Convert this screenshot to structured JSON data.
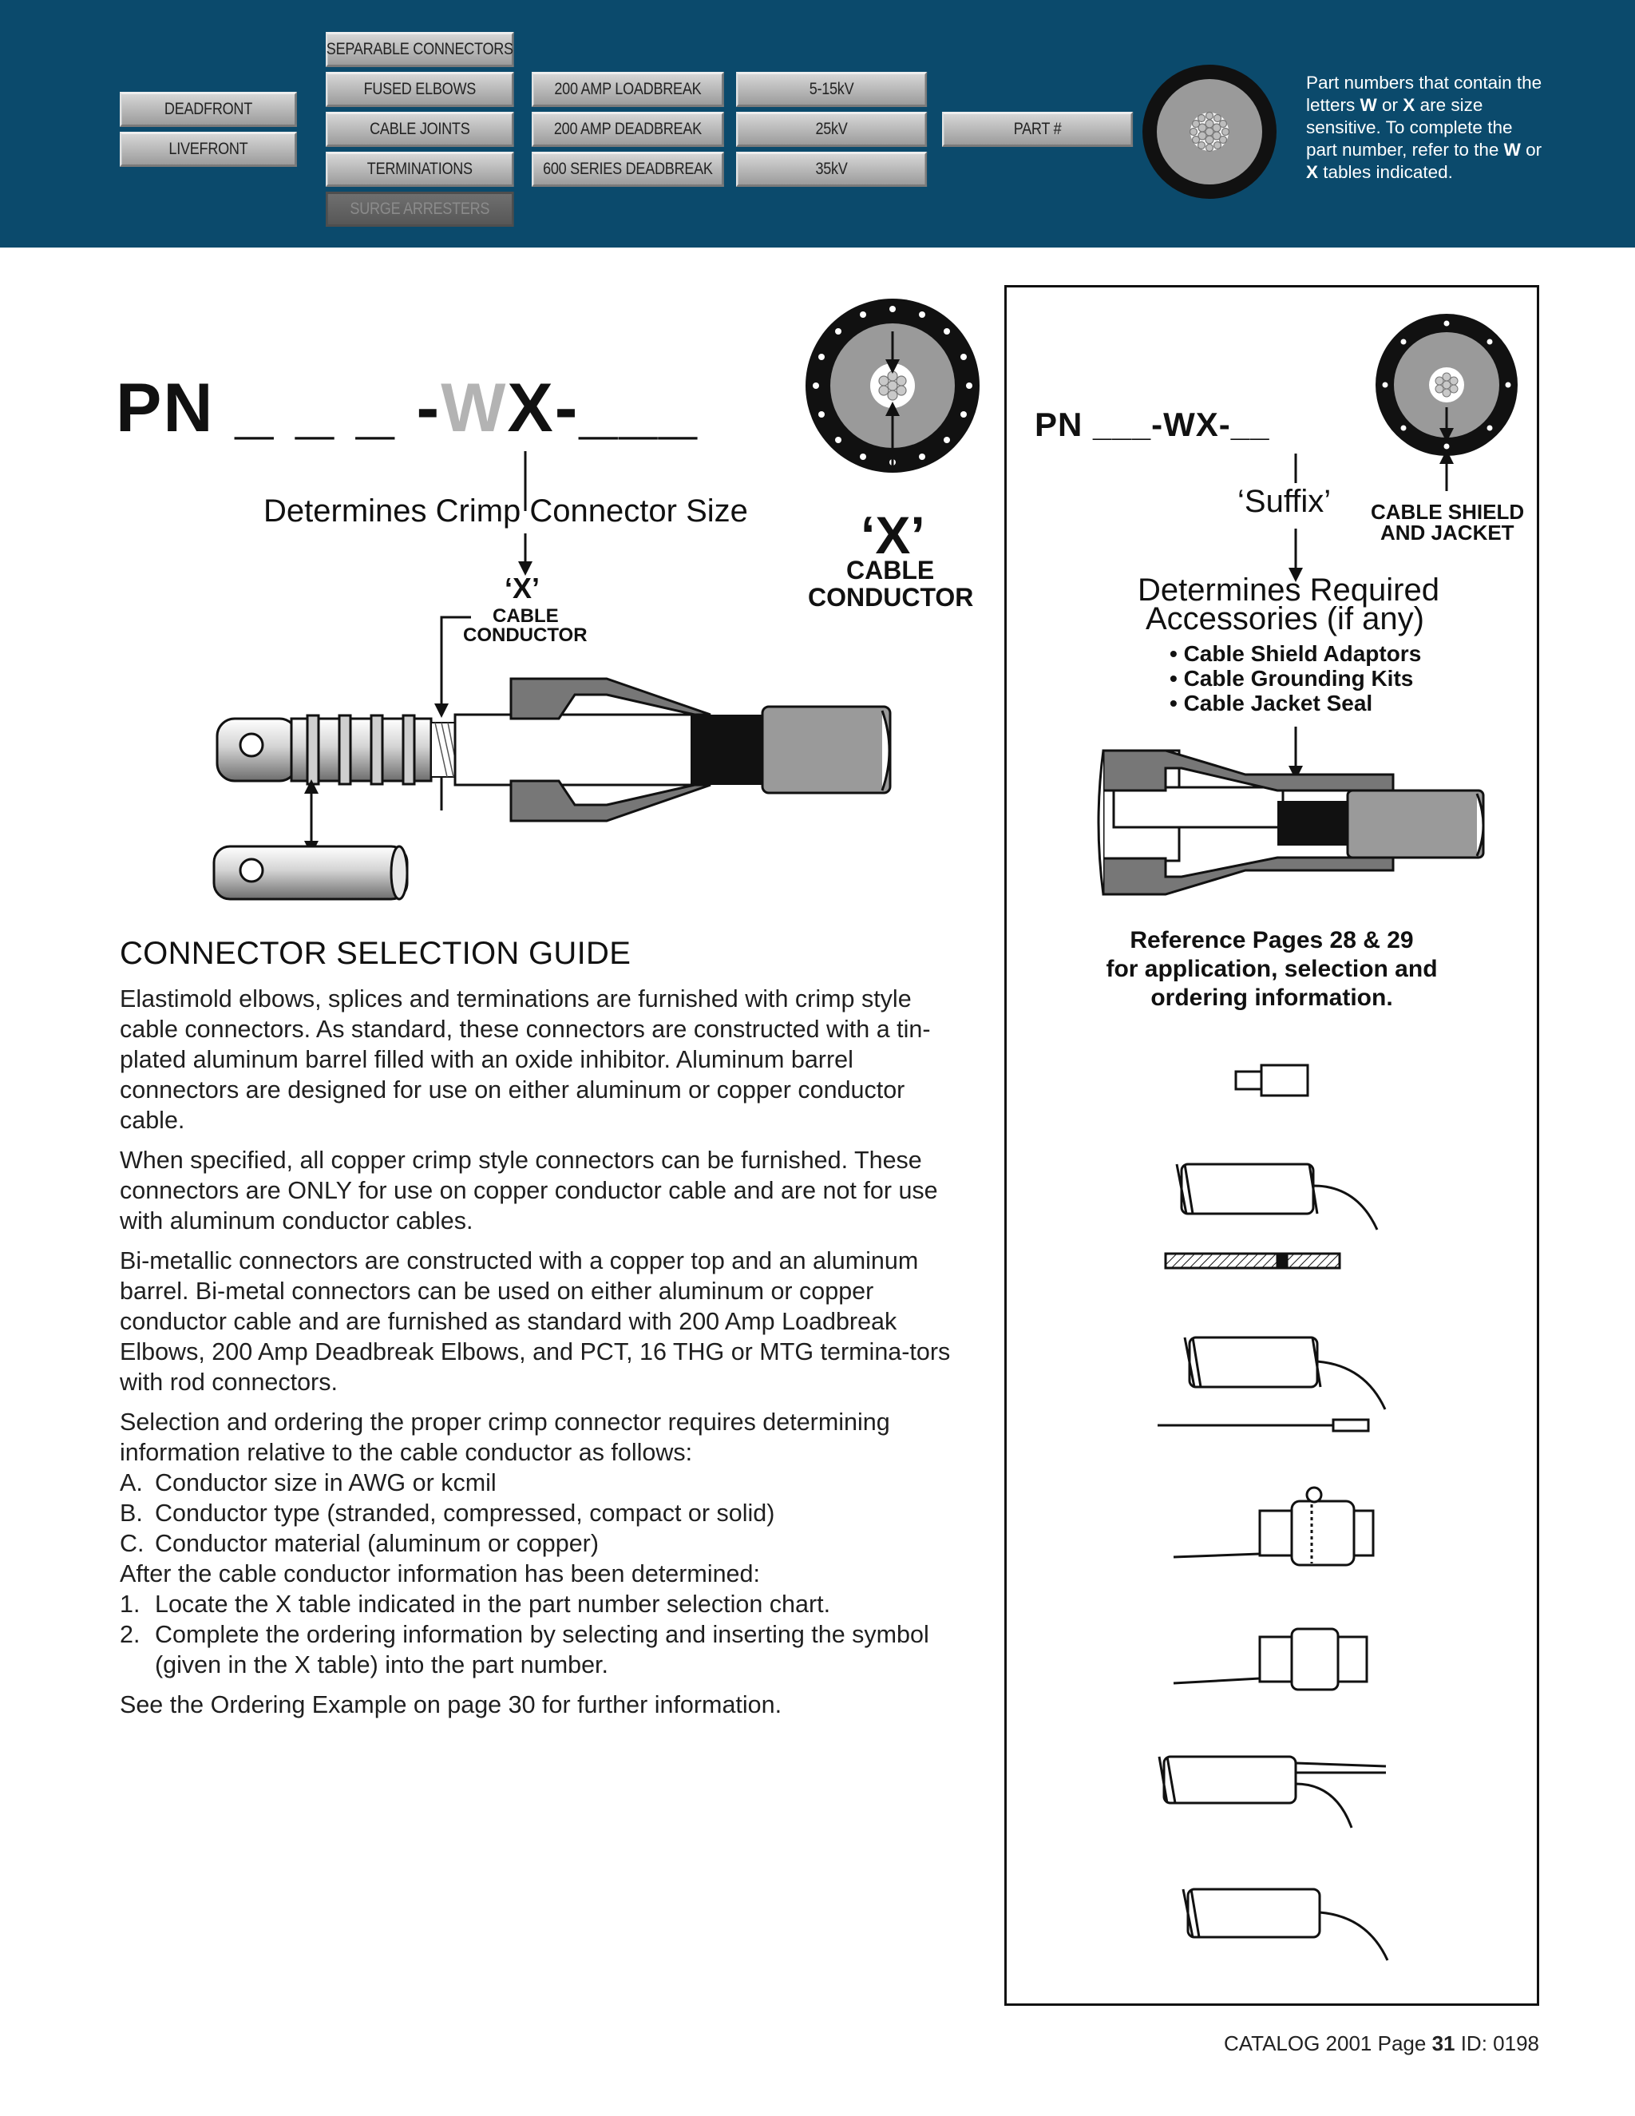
{
  "nav": {
    "col1": [
      "DEADFRONT",
      "LIVEFRONT"
    ],
    "col2_header": "SEPARABLE CONNECTORS",
    "col2": [
      "FUSED ELBOWS",
      "CABLE JOINTS",
      "TERMINATIONS",
      "SURGE ARRESTERS"
    ],
    "col3": [
      "200 AMP LOADBREAK",
      "200 AMP DEADBREAK",
      "600 SERIES DEADBREAK"
    ],
    "col4": [
      "5-15kV",
      "25kV",
      "35kV"
    ],
    "part_btn": "PART #"
  },
  "header_note": {
    "t1": "Part numbers that contain the letters ",
    "w1": "W",
    "t2": " or ",
    "x1": "X",
    "t3": " are size sensitive. To complete the part number, refer to the ",
    "w2": "W",
    "t4": " or ",
    "x2": "X",
    "t5": " tables indicated."
  },
  "left_diagram": {
    "pn_prefix": "PN",
    "pn_blanks": "_ _ _ -",
    "pn_w": "W",
    "pn_x": "X-",
    "pn_tail": "___",
    "determines": "Determines Crimp Connector Size",
    "x_quote": "‘X’",
    "cable": "CABLE",
    "conductor": "CONDUCTOR",
    "big_x": "‘X’",
    "big_cable": "CABLE",
    "big_conductor": "CONDUCTOR"
  },
  "guide": {
    "title": "CONNECTOR SELECTION GUIDE",
    "p1": "Elastimold elbows, splices and terminations are furnished with crimp style cable connectors.  As standard, these connectors are constructed with a tin-plated aluminum barrel filled with an oxide inhibitor. Aluminum barrel connectors are designed for use on either aluminum or copper conductor cable.",
    "p2": "When specified, all copper crimp style connectors can be furnished. These connectors are ONLY for use on copper conductor cable and are not for use with aluminum conductor cables.",
    "p3": "Bi-metallic connectors are constructed with a copper top and an aluminum barrel.  Bi-metal connectors can be used on either aluminum or copper conductor cable and are furnished as standard with 200 Amp Loadbreak Elbows, 200 Amp Deadbreak Elbows, and PCT, 16 THG or MTG termina-tors with rod connectors.",
    "p4": "Selection and ordering the proper crimp connector requires determining information relative to the cable conductor as follows:",
    "list_alpha": [
      {
        "mk": "A.",
        "text": "Conductor size in AWG or kcmil"
      },
      {
        "mk": "B.",
        "text": "Conductor type (stranded, compressed, compact or solid)"
      },
      {
        "mk": "C.",
        "text": "Conductor material (aluminum or copper)"
      }
    ],
    "p5": "After the cable conductor information has been determined:",
    "list_num": [
      {
        "mk": "1.",
        "text": "Locate the X table indicated in the part number selection chart."
      },
      {
        "mk": "2.",
        "text": "Complete the ordering information by selecting and inserting the symbol (given in the X table) into the part number."
      }
    ],
    "p6": "See the Ordering Example on page 30 for further information."
  },
  "right_panel": {
    "pn": "PN ___-WX-__",
    "suffix": "‘Suffix’",
    "shield1": "CABLE SHIELD",
    "shield2": "AND JACKET",
    "det1": "Determines Required",
    "det2": "Accessories (if any)",
    "accessories": [
      "• Cable Shield Adaptors",
      "• Cable Grounding Kits",
      "• Cable Jacket Seal"
    ],
    "ref1": "Reference Pages 28 & 29",
    "ref2": "for application, selection and",
    "ref3": "ordering information."
  },
  "footer": {
    "catalog": "CATALOG 2001 Page ",
    "page": "31",
    "id": "  ID: 0198"
  }
}
